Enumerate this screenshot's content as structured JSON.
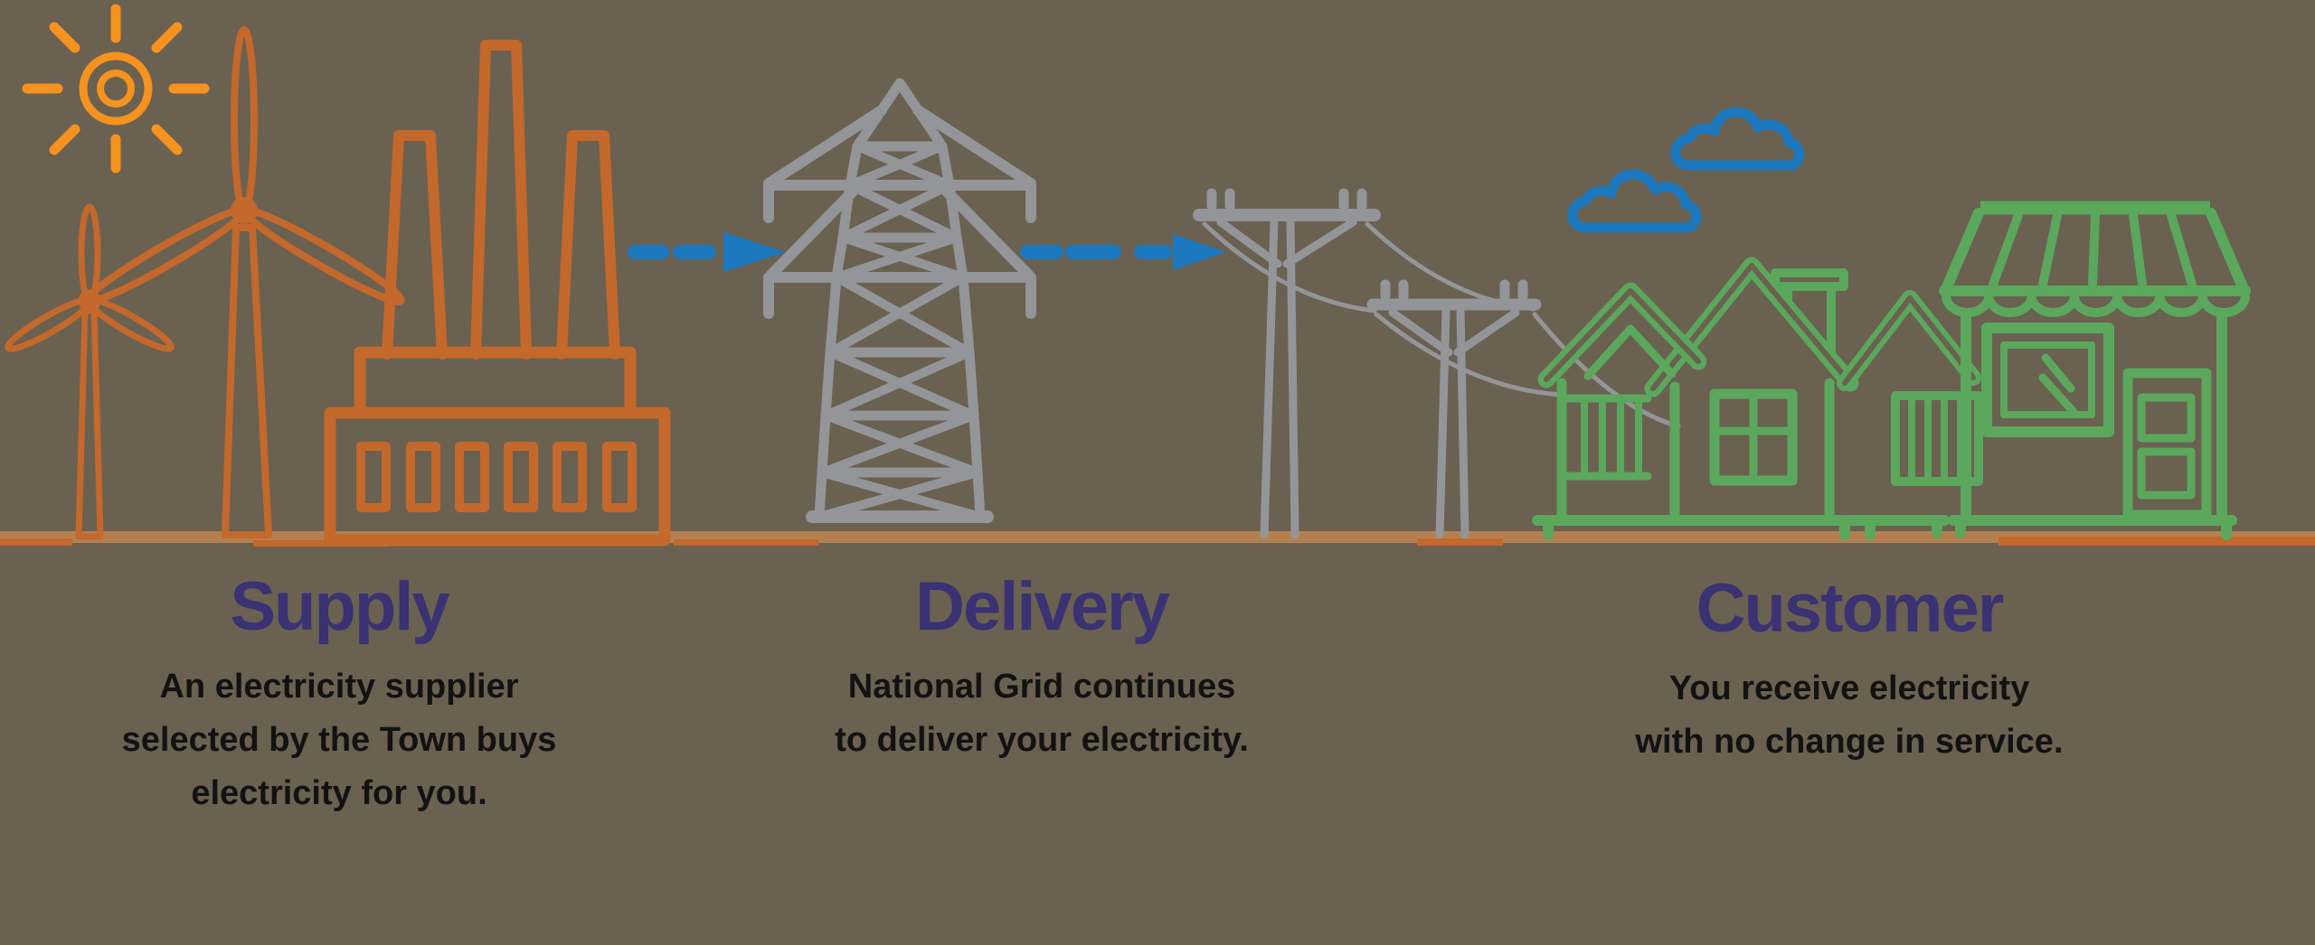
{
  "title": "Electricity aggregation: Supply, Delivery, Customer infographic",
  "colors": {
    "background": "#6A6151",
    "sun-orange": "#F6921E",
    "outline-orange": "#C4682C",
    "gray": "#939598",
    "blue": "#1B78BE",
    "green": "#5BA75C",
    "heading-purple": "#3A3273",
    "body-text": "#121212",
    "ground-tan": "#B5804F",
    "ground-orange": "#C4682C"
  },
  "sections": [
    {
      "id": "supply",
      "heading": "Supply",
      "description_lines": [
        "An electricity supplier",
        "selected by the Town buys",
        "electricity for you."
      ]
    },
    {
      "id": "delivery",
      "heading": "Delivery",
      "description_lines": [
        "National Grid continues",
        "to deliver your electricity."
      ]
    },
    {
      "id": "customer",
      "heading": "Customer",
      "description_lines": [
        "You receive electricity",
        "with no change in service."
      ]
    }
  ],
  "icon_names": [
    "sun-icon",
    "wind-turbine-small-icon",
    "wind-turbine-large-icon",
    "power-plant-icon",
    "flow-arrow-supply-to-delivery-icon",
    "transmission-tower-icon",
    "flow-arrow-delivery-to-customer-icon",
    "utility-pole-tall-icon",
    "utility-pole-short-icon",
    "power-line-wires",
    "cloud-upper-icon",
    "cloud-lower-icon",
    "house-icon",
    "neighbor-house-icon",
    "store-icon",
    "ground-line"
  ]
}
